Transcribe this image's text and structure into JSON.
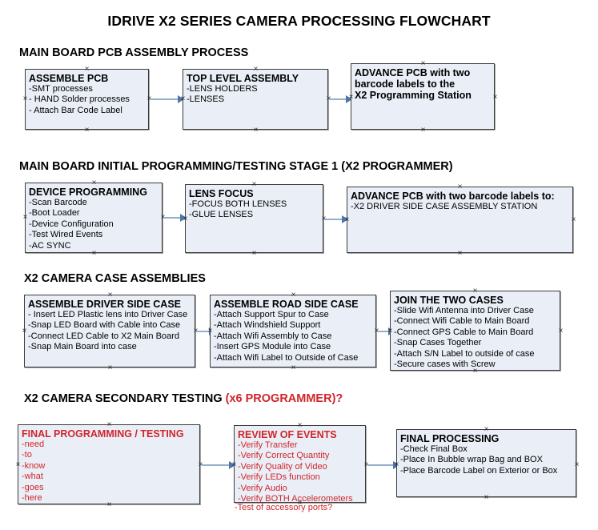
{
  "document": {
    "title": "IDRIVE X2  SERIES CAMERA PROCESSING FLOWCHART",
    "colors": {
      "box_fill": "#eaeff7",
      "box_border": "#3b3b3b",
      "connector": "#93aecb",
      "arrowhead": "#4a76ab",
      "accent_red": "#d0252a",
      "text": "#000000",
      "background": "#ffffff"
    }
  },
  "sections": [
    {
      "id": "main-board-pcb-assembly-process",
      "heading": "MAIN BOARD PCB ASSEMBLY PROCESS",
      "heading_accent": "",
      "boxes": [
        {
          "id": "assemble-pcb",
          "title": "ASSEMBLE PCB",
          "lines": [
            "-SMT processes",
            "- HAND Solder processes",
            "- Attach Bar Code Label"
          ]
        },
        {
          "id": "top-level-assembly",
          "title": "TOP LEVEL ASSEMBLY",
          "lines": [
            "-LENS HOLDERS",
            "-LENSES"
          ]
        },
        {
          "id": "advance-pcb-to-x2-programming-station",
          "title": "ADVANCE PCB with two",
          "lines": [
            "barcode labels to the",
            " X2 Programming Station"
          ]
        }
      ]
    },
    {
      "id": "main-board-initial-programming-testing-stage-1",
      "heading": "MAIN BOARD INITIAL PROGRAMMING/TESTING STAGE 1 (X2 PROGRAMMER)",
      "heading_accent": "",
      "boxes": [
        {
          "id": "device-programming",
          "title": "DEVICE PROGRAMMING",
          "lines": [
            "-Scan Barcode",
            "-Boot Loader",
            "-Device Configuration",
            "-Test Wired Events",
            "-AC SYNC"
          ]
        },
        {
          "id": "lens-focus",
          "title": "LENS FOCUS",
          "lines": [
            "-FOCUS BOTH LENSES",
            "-GLUE LENSES"
          ]
        },
        {
          "id": "advance-pcb-to-driver-side-case-assembly-station",
          "title": "ADVANCE PCB with two barcode labels to:",
          "lines": [
            "-X2 DRIVER  SIDE  CASE  ASSEMBLY STATION"
          ]
        }
      ]
    },
    {
      "id": "x2-camera-case-assemblies",
      "heading": "X2 CAMERA CASE ASSEMBLIES",
      "heading_accent": "",
      "boxes": [
        {
          "id": "assemble-driver-side-case",
          "title": "ASSEMBLE DRIVER SIDE CASE",
          "lines": [
            "- Insert LED Plastic lens into Driver Case",
            "-Snap LED Board with Cable into Case",
            "-Connect LED Cable to X2 Main Board",
            "-Snap Main Board into case"
          ]
        },
        {
          "id": "assemble-road-side-case",
          "title": "ASSEMBLE ROAD SIDE CASE",
          "lines": [
            "-Attach Support Spur to Case",
            "-Attach Windshield Support",
            "-Attach Wifi Assembly to Case",
            "-Insert GPS Module into Case",
            "-Attach Wifi Label to Outside of Case"
          ]
        },
        {
          "id": "join-the-two-cases",
          "title": "JOIN THE TWO CASES",
          "lines": [
            "-Slide Wifi Antenna into Driver Case",
            "-Connect Wifi Cable to Main Board",
            "-Connect GPS Cable to Main Board",
            "-Snap Cases Together",
            "-Attach S/N Label to outside of case",
            "-Secure cases with Screw"
          ]
        }
      ]
    },
    {
      "id": "x2-camera-secondary-testing",
      "heading": "X2 CAMERA SECONDARY TESTING ",
      "heading_accent": "(x6 PROGRAMMER)?",
      "boxes": [
        {
          "id": "final-programming-testing",
          "title": "FINAL PROGRAMMING / TESTING",
          "lines": [
            "-need",
            "-to",
            "-know",
            "-what",
            "-goes",
            "-here"
          ]
        },
        {
          "id": "review-of-events",
          "title": "REVIEW OF EVENTS",
          "lines": [
            "-Verify Transfer",
            "-Verify Correct Quantity",
            "-Verify Quality of Video",
            "-Verify LEDs function",
            "-Verify Audio",
            "-Verify BOTH Accelerometers"
          ],
          "overflow_line": "-Test of accessory ports?"
        },
        {
          "id": "final-processing",
          "title": "FINAL PROCESSING",
          "lines": [
            "-Check Final Box",
            "-Place In Bubble wrap Bag and BOX",
            "-Place Barcode Label on Exterior or Box"
          ]
        }
      ]
    }
  ]
}
